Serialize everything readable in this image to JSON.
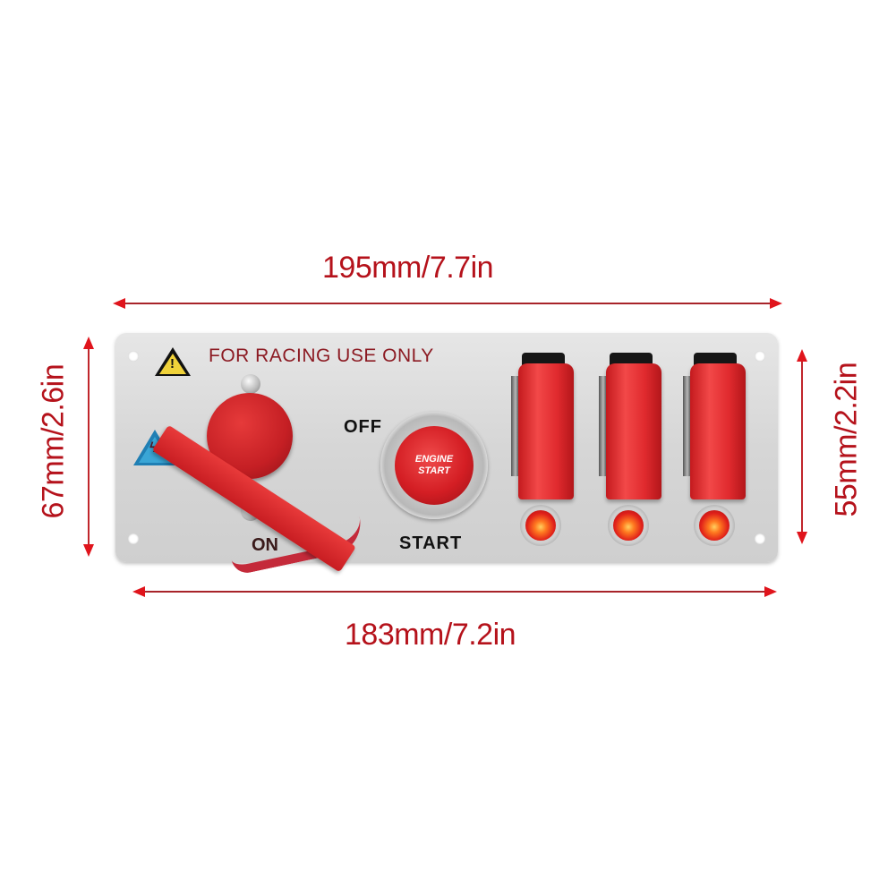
{
  "dimensions": {
    "top_width": "195mm/7.7in",
    "bottom_width": "183mm/7.2in",
    "left_height": "67mm/2.6in",
    "right_height": "55mm/2.2in"
  },
  "panel": {
    "warning_text": "FOR RACING USE ONLY",
    "warning_icon": "caution-triangle-icon",
    "electric_icon": "high-voltage-triangle-icon",
    "ignition_off_label": "OFF",
    "ignition_on_label": "ON",
    "start_label": "START",
    "start_button_text": [
      "ENGINE",
      "START"
    ],
    "toggle_switch_count": 3
  },
  "colors": {
    "dimension_red": "#b5121b",
    "panel_silver": "#d9d9d9",
    "switch_red": "#e02a2e",
    "led_amber": "#ff7a20"
  }
}
